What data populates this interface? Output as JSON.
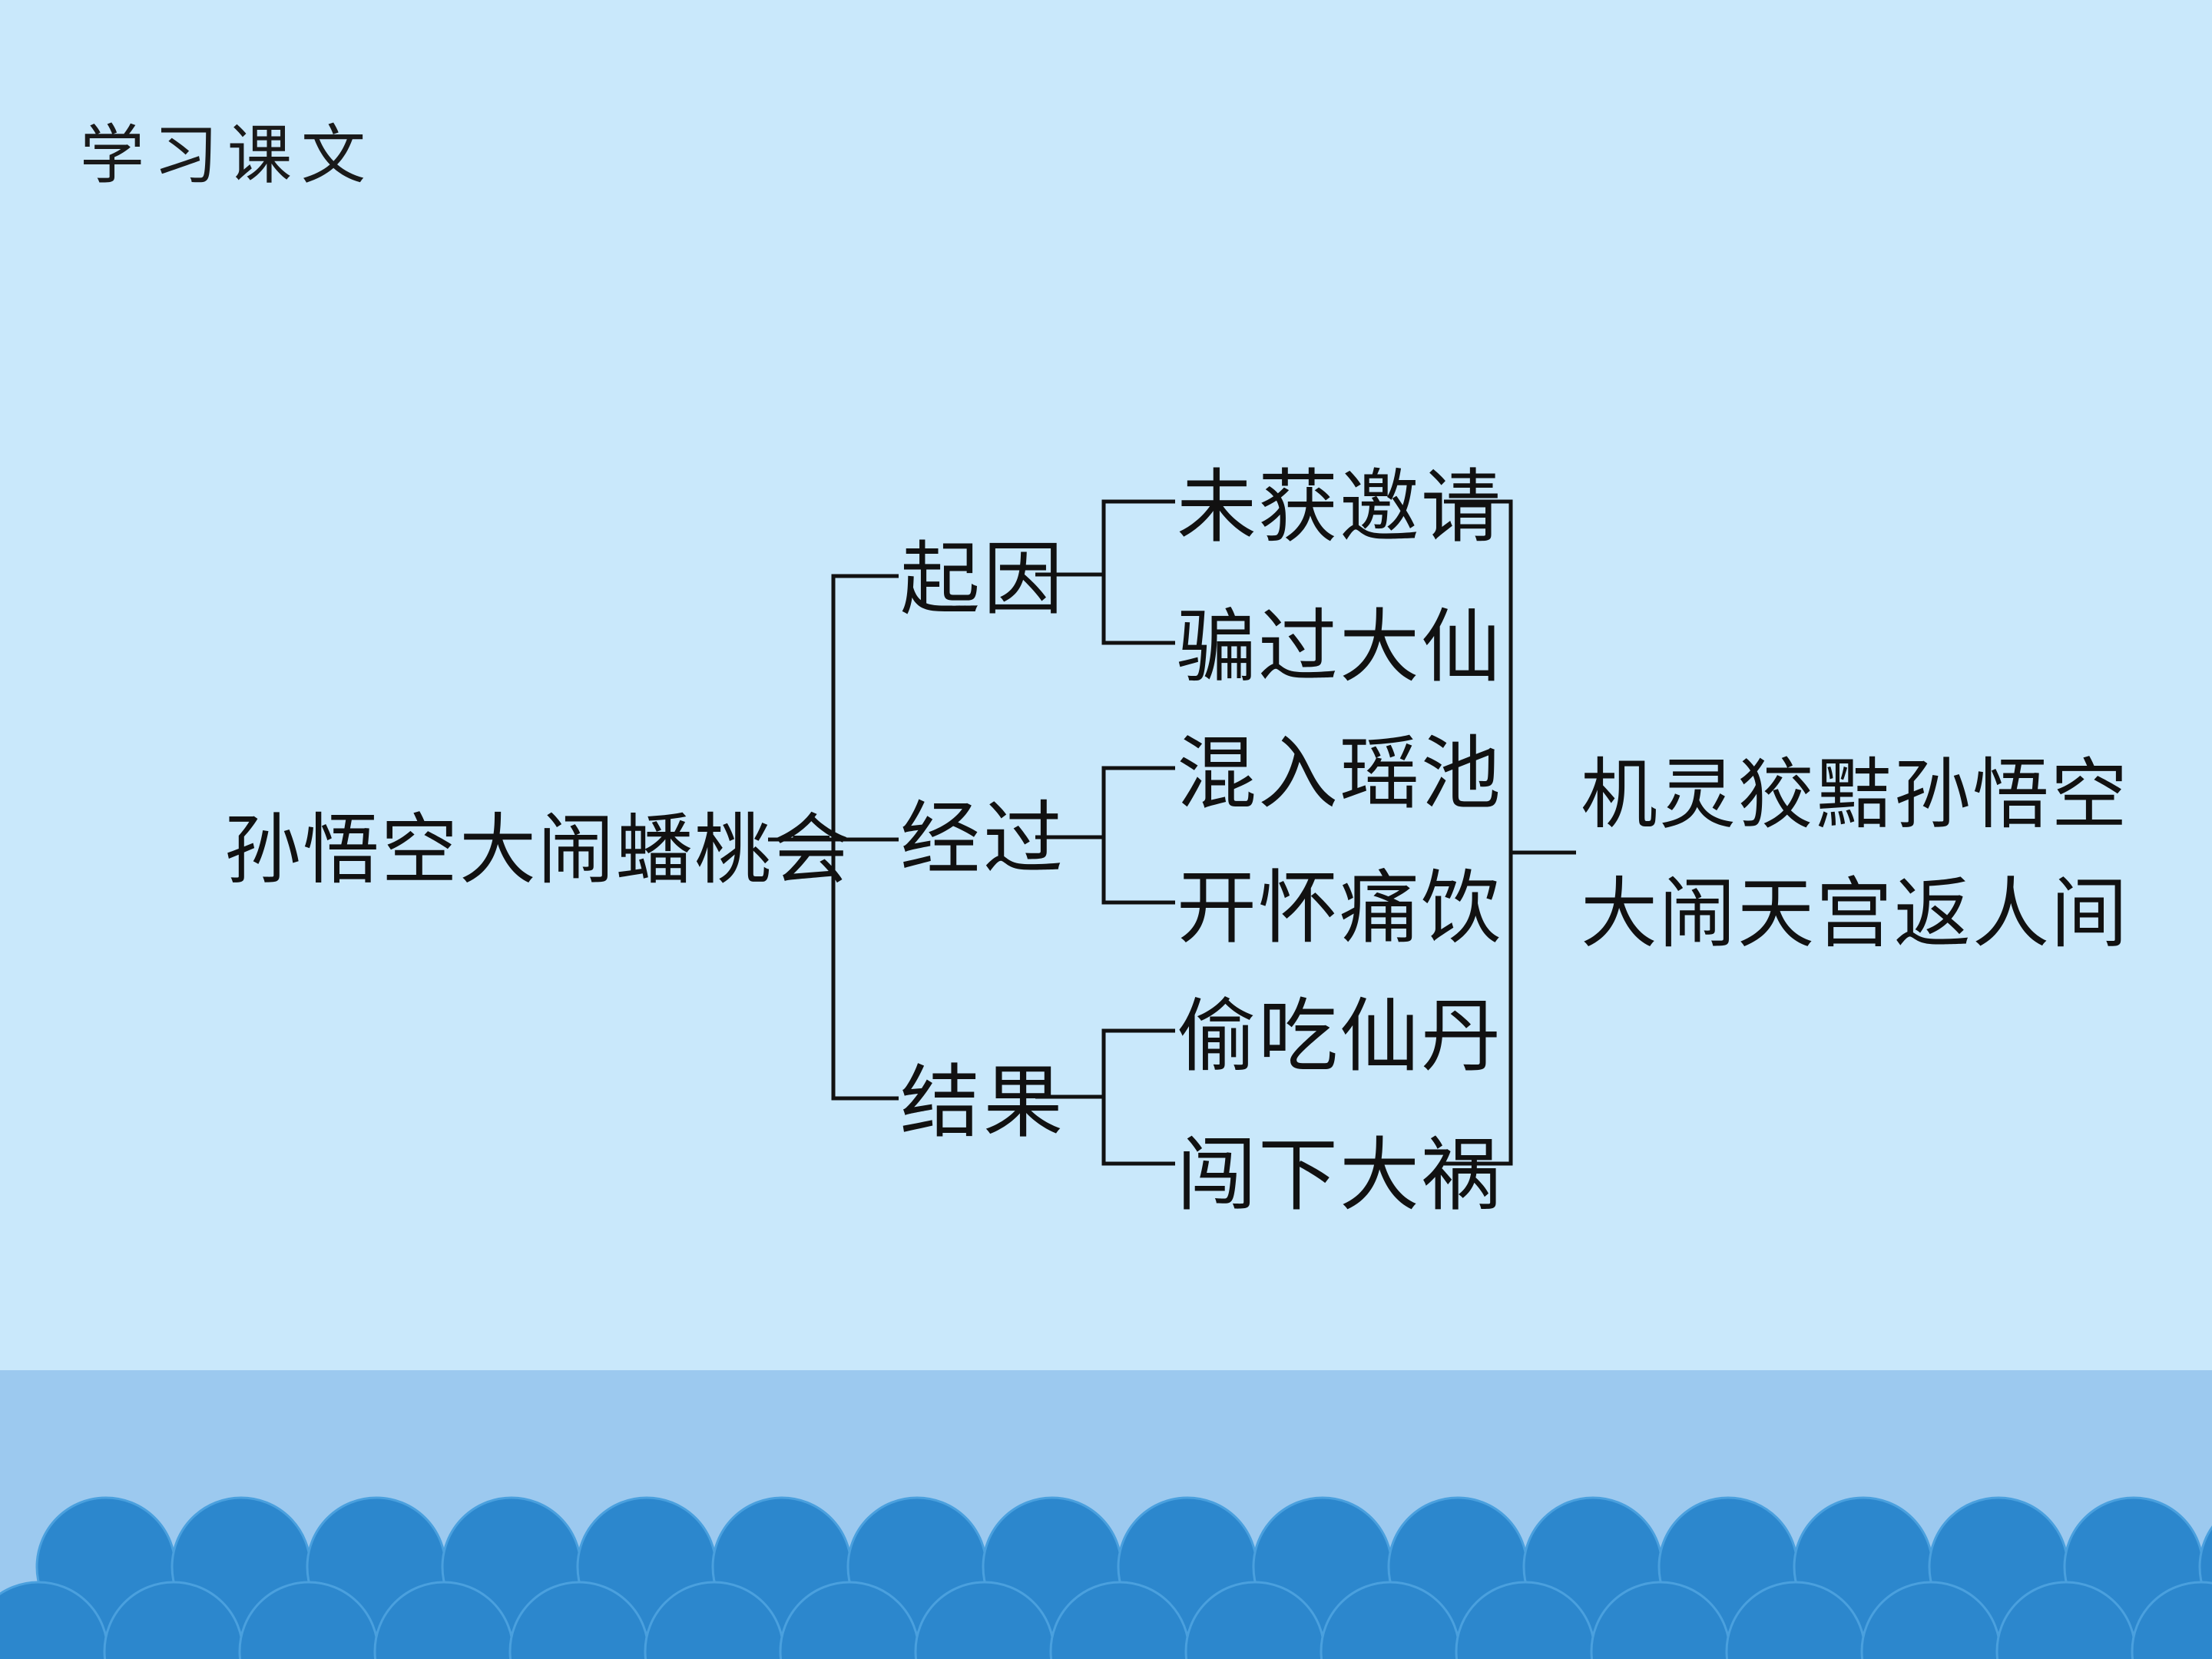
{
  "page": {
    "title": "学习课文"
  },
  "diagram": {
    "root": "孙悟空大闹蟠桃会",
    "stages": [
      {
        "label": "起因",
        "items": [
          "未获邀请",
          "骗过大仙"
        ]
      },
      {
        "label": "经过",
        "items": [
          "混入瑶池",
          "开怀痛饮"
        ]
      },
      {
        "label": "结果",
        "items": [
          "偷吃仙丹",
          "闯下大祸"
        ]
      }
    ],
    "summary": [
      "机灵狡黠孙悟空",
      "大闹天宫返人间"
    ]
  },
  "colors": {
    "background": "#c9e8fb",
    "band": "#9cc9ef",
    "wave": "#2c87cd",
    "line": "#111111"
  }
}
